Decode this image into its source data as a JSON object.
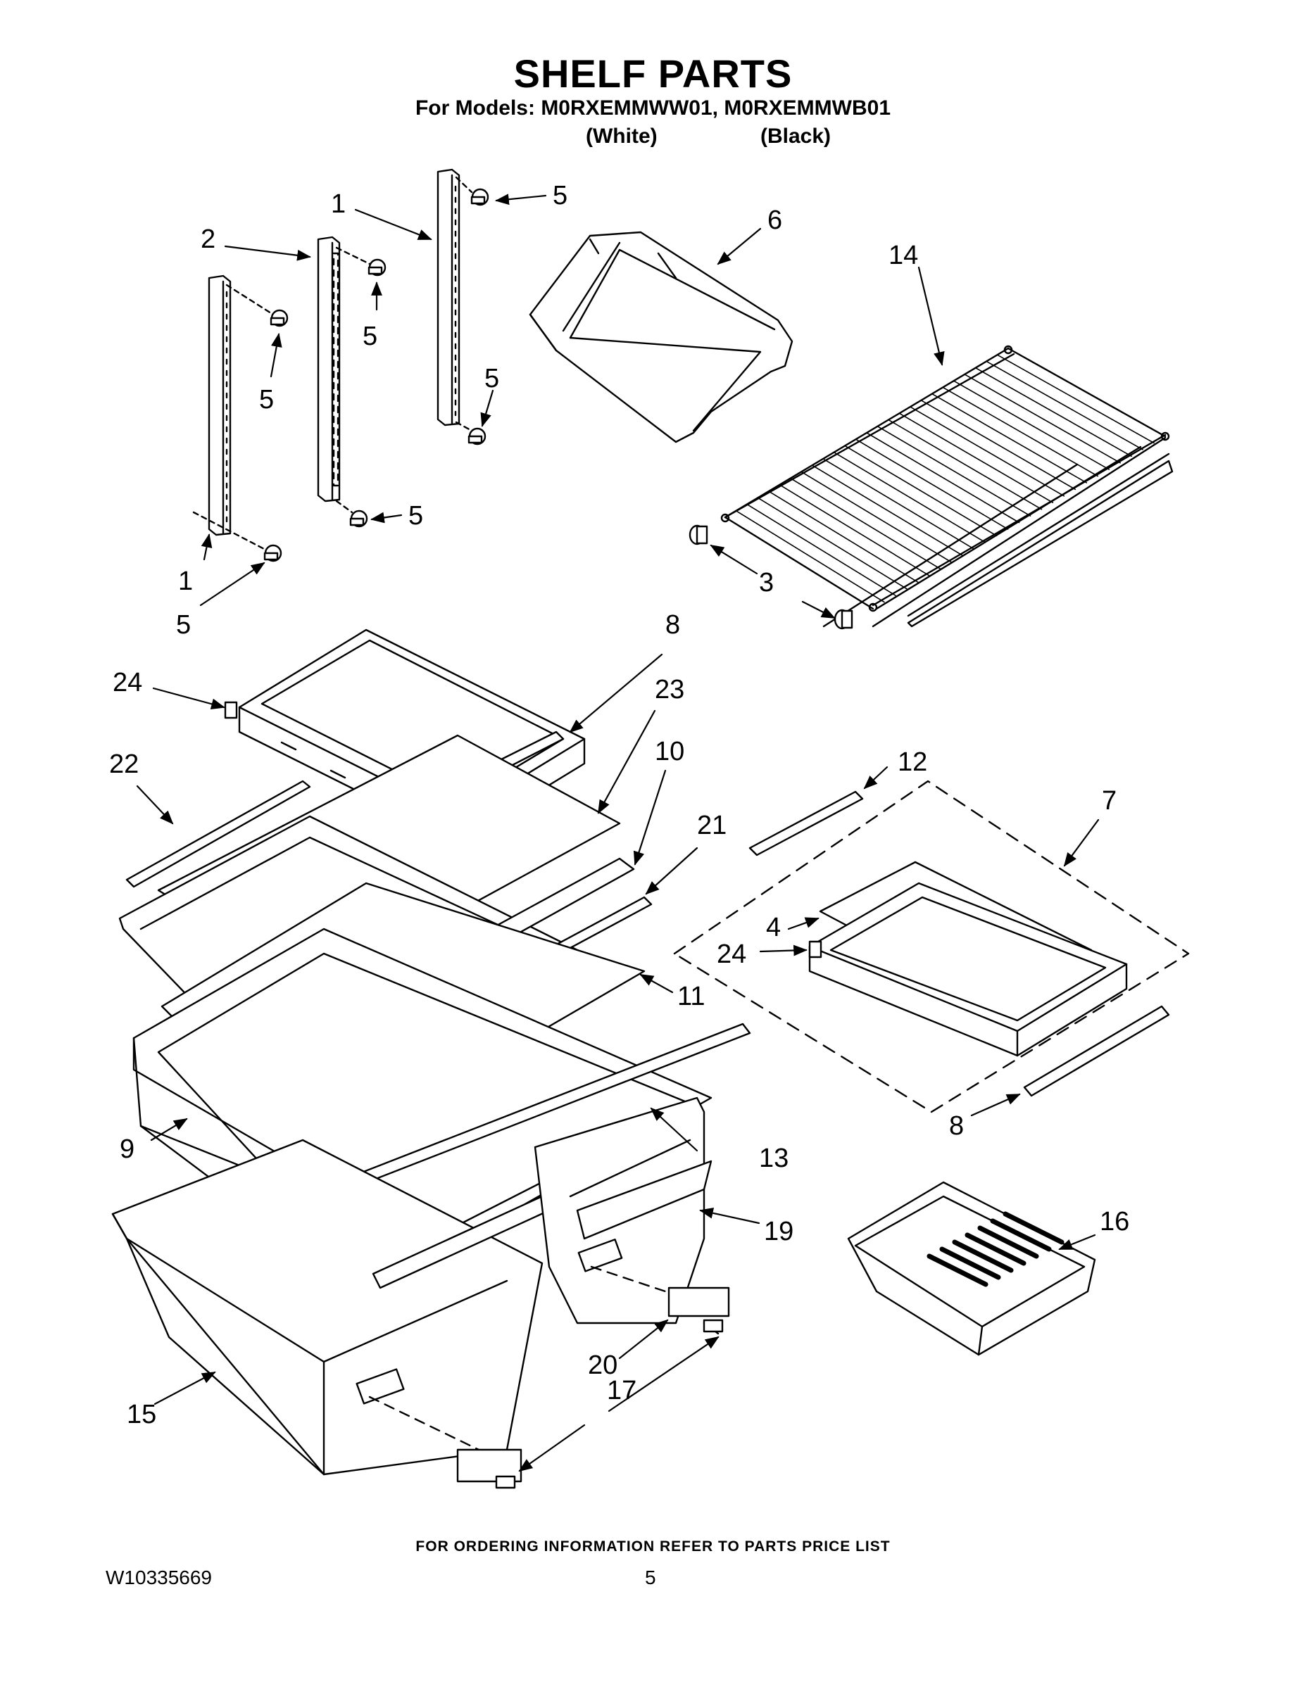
{
  "header": {
    "title": "SHELF PARTS",
    "models": "For Models: M0RXEMMWW01, M0RXEMMWB01",
    "variant_white": "(White)",
    "variant_black": "(Black)"
  },
  "callouts": [
    {
      "id": "c1a",
      "label": "1"
    },
    {
      "id": "c1b",
      "label": "1"
    },
    {
      "id": "c2",
      "label": "2"
    },
    {
      "id": "c3",
      "label": "3"
    },
    {
      "id": "c4",
      "label": "4"
    },
    {
      "id": "c5a",
      "label": "5"
    },
    {
      "id": "c5b",
      "label": "5"
    },
    {
      "id": "c5c",
      "label": "5"
    },
    {
      "id": "c5d",
      "label": "5"
    },
    {
      "id": "c5e",
      "label": "5"
    },
    {
      "id": "c5f",
      "label": "5"
    },
    {
      "id": "c6",
      "label": "6"
    },
    {
      "id": "c7",
      "label": "7"
    },
    {
      "id": "c8a",
      "label": "8"
    },
    {
      "id": "c8b",
      "label": "8"
    },
    {
      "id": "c9",
      "label": "9"
    },
    {
      "id": "c10",
      "label": "10"
    },
    {
      "id": "c11",
      "label": "11"
    },
    {
      "id": "c12",
      "label": "12"
    },
    {
      "id": "c13",
      "label": "13"
    },
    {
      "id": "c14",
      "label": "14"
    },
    {
      "id": "c15",
      "label": "15"
    },
    {
      "id": "c16",
      "label": "16"
    },
    {
      "id": "c17",
      "label": "17"
    },
    {
      "id": "c19",
      "label": "19"
    },
    {
      "id": "c20",
      "label": "20"
    },
    {
      "id": "c21",
      "label": "21"
    },
    {
      "id": "c22",
      "label": "22"
    },
    {
      "id": "c23",
      "label": "23"
    },
    {
      "id": "c24a",
      "label": "24"
    },
    {
      "id": "c24b",
      "label": "24"
    }
  ],
  "footer": {
    "ordering_note": "FOR ORDERING INFORMATION REFER TO PARTS PRICE LIST",
    "doc_number": "W10335669",
    "page_number": "5"
  }
}
